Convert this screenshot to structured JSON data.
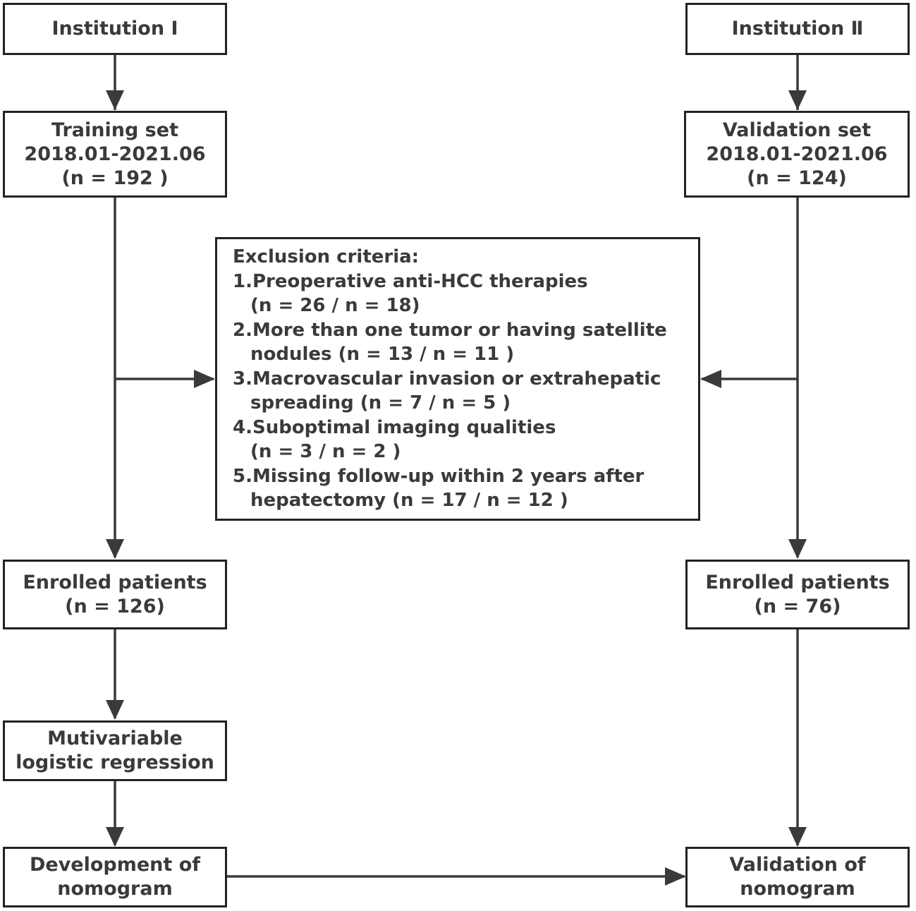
{
  "colors": {
    "line": "#3a3a3a",
    "border": "#222222",
    "text": "#3a3a3a"
  },
  "institution_1": {
    "label": "Institution Ⅰ"
  },
  "institution_2": {
    "label": "Institution Ⅱ"
  },
  "training_set": {
    "line1": "Training set",
    "line2": "2018.01-2021.06",
    "line3": "(n = 192 )"
  },
  "validation_set": {
    "line1": "Validation set",
    "line2": "2018.01-2021.06",
    "line3": "(n = 124)"
  },
  "exclusion": {
    "title": "Exclusion criteria:",
    "lines": [
      "1.Preoperative anti-HCC therapies",
      "(n = 26 / n = 18)",
      "2.More than one tumor or having satellite",
      "nodules (n = 13 / n = 11 )",
      "3.Macrovascular invasion or extrahepatic",
      "spreading (n = 7 / n = 5 )",
      "4.Suboptimal imaging qualities",
      "(n = 3 / n = 2 )",
      "5.Missing follow-up within 2 years after",
      "hepatectomy (n = 17 / n = 12 )"
    ]
  },
  "enrolled_left": {
    "line1": "Enrolled patients",
    "line2": "(n = 126)"
  },
  "enrolled_right": {
    "line1": "Enrolled patients",
    "line2": "(n = 76)"
  },
  "regression": {
    "line1": "Mutivariable",
    "line2": "logistic regression"
  },
  "development": {
    "line1": "Development of",
    "line2": "nomogram"
  },
  "validation_nomogram": {
    "line1": "Validation of",
    "line2": "nomogram"
  }
}
